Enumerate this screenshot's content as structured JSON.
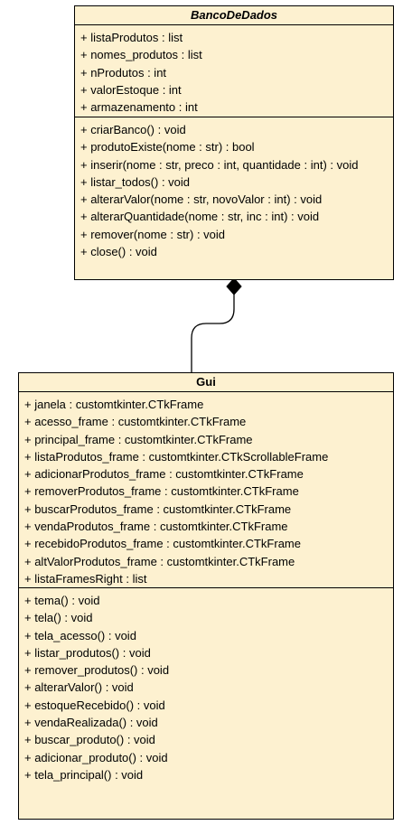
{
  "classes": {
    "banco": {
      "name": "BancoDeDados",
      "attributes": [
        "+ listaProdutos : list",
        "+ nomes_produtos : list",
        "+ nProdutos : int",
        "+ valorEstoque : int",
        "+ armazenamento : int"
      ],
      "methods": [
        "+ criarBanco() : void",
        "+ produtoExiste(nome : str) : bool",
        "+ inserir(nome : str, preco : int, quantidade : int) : void",
        "+ listar_todos() : void",
        "+ alterarValor(nome : str, novoValor : int) : void",
        "+ alterarQuantidade(nome : str, inc : int) : void",
        "+ remover(nome : str) : void",
        "+ close() : void"
      ]
    },
    "gui": {
      "name": "Gui",
      "attributes": [
        "+ janela : customtkinter.CTkFrame",
        "+ acesso_frame : customtkinter.CTkFrame",
        "+ principal_frame : customtkinter.CTkFrame",
        "+ listaProdutos_frame : customtkinter.CTkScrollableFrame",
        "+ adicionarProdutos_frame : customtkinter.CTkFrame",
        "+ removerProdutos_frame : customtkinter.CTkFrame",
        "+ buscarProdutos_frame : customtkinter.CTkFrame",
        "+ vendaProdutos_frame : customtkinter.CTkFrame",
        "+ recebidoProdutos_frame : customtkinter.CTkFrame",
        "+ altValorProdutos_frame : customtkinter.CTkFrame",
        "+ listaFramesRight : list"
      ],
      "methods": [
        "+ tema() : void",
        "+ tela() : void",
        "+ tela_acesso() : void",
        "+ listar_produtos() : void",
        "+ remover_produtos() : void",
        "+ alterarValor() : void",
        "+ estoqueRecebido() : void",
        "+ vendaRealizada() : void",
        "+ buscar_produto() : void",
        "+ adicionar_produto() : void",
        "+ tela_principal() : void"
      ]
    }
  },
  "relationship": {
    "type": "composition",
    "whole": "BancoDeDados",
    "part": "Gui"
  }
}
